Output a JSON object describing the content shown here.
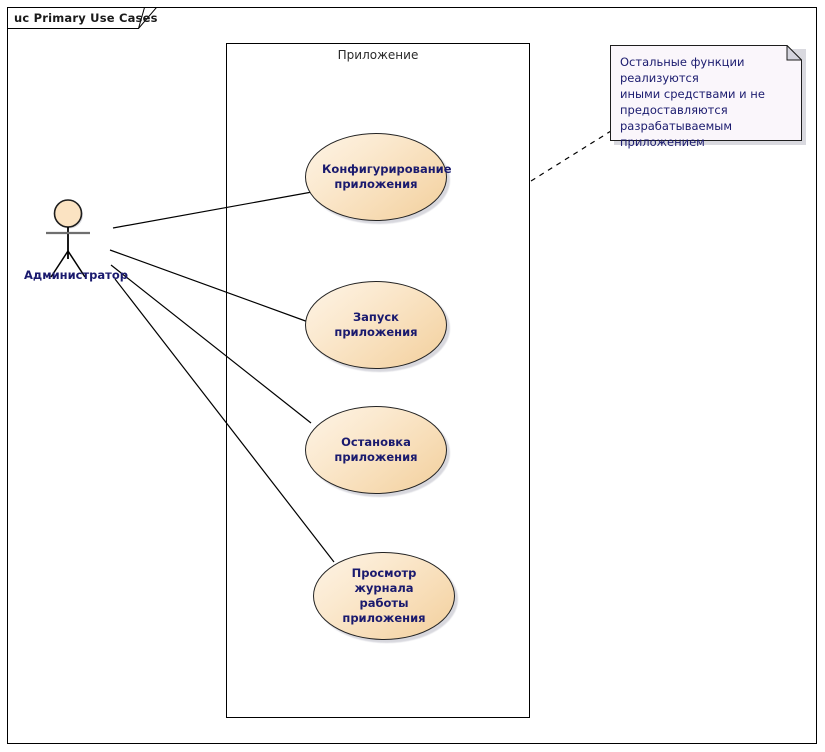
{
  "diagram": {
    "frame_label": "uc Primary Use Cases",
    "boundary_label": "Приложение",
    "actor": {
      "name": "Администратор",
      "icon": "actor-stick-figure"
    },
    "use_cases": [
      {
        "id": "configure-application",
        "line1": "Конфигурирование",
        "line2": "приложения"
      },
      {
        "id": "start-application",
        "line1": "Запуск приложения",
        "line2": ""
      },
      {
        "id": "stop-application",
        "line1": "Остановка",
        "line2": "приложения"
      },
      {
        "id": "view-application-log",
        "line1": "Просмотр журнала",
        "line2": "работы приложения"
      }
    ],
    "note": {
      "line1": "Остальные функции реализуются",
      "line2": "иными средствами и не",
      "line3": "предоставляются",
      "line4": "разрабатываемым приложением"
    },
    "colors": {
      "usecase_fill_light": "#fdf4e6",
      "usecase_fill_dark": "#f2cf9c",
      "outline": "#242424",
      "text_blue": "#1a1a6e",
      "note_fill": "#faf6fb",
      "shadow": "#b9b9c4"
    }
  }
}
